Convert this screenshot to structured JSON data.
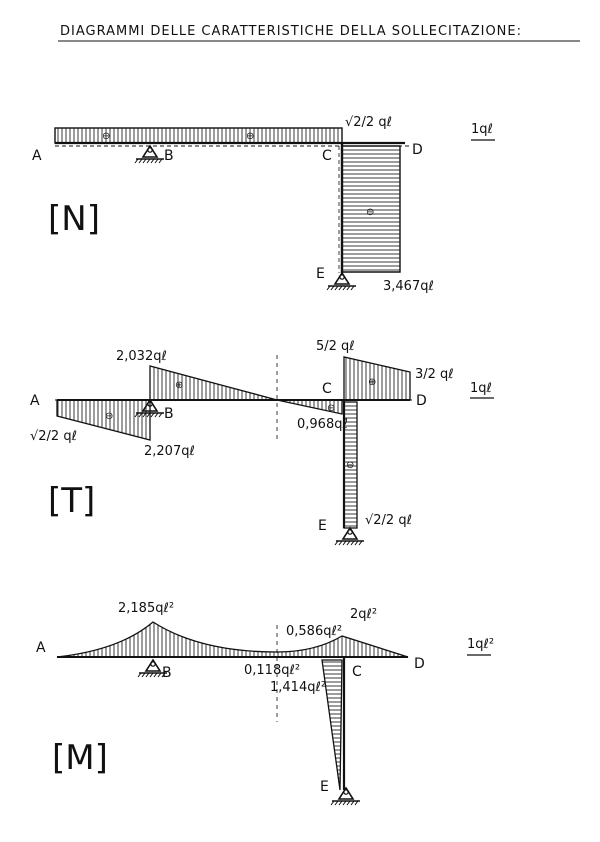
{
  "title": "DIAGRAMMI DELLE CARATTERISTICHE DELLA SOLLECITAZIONE:",
  "diagrams": {
    "N": {
      "panel": "[N]",
      "scale": "1qℓ",
      "points": {
        "A": "A",
        "B": "B",
        "C": "C",
        "D": "D",
        "E": "E"
      },
      "values": {
        "top": "√2/2 qℓ",
        "bottom": "3,467qℓ"
      },
      "signs": {
        "ab": "⊖",
        "bc": "⊕",
        "ce": "⊖"
      }
    },
    "T": {
      "panel": "[T]",
      "scale": "1qℓ",
      "points": {
        "A": "A",
        "B": "B",
        "C": "C",
        "D": "D",
        "E": "E"
      },
      "values": {
        "a": "√2/2 qℓ",
        "b_left": "2,207qℓ",
        "b_right": "2,032qℓ",
        "c_left": "0,968qℓ",
        "c_right": "5/2 qℓ",
        "d": "3/2 qℓ",
        "e": "√2/2 qℓ"
      },
      "signs": {
        "ab": "⊖",
        "bc": "⊕",
        "near_c": "⊖",
        "cd": "⊕",
        "ce": "⊖"
      }
    },
    "M": {
      "panel": "[M]",
      "scale": "1qℓ²",
      "points": {
        "A": "A",
        "B": "B",
        "C": "C",
        "D": "D",
        "E": "E"
      },
      "values": {
        "b": "2,185qℓ²",
        "min": "0,118qℓ²",
        "c_left": "0,586qℓ²",
        "c_right": "2qℓ²",
        "c_col": "1,414qℓ²"
      }
    }
  }
}
